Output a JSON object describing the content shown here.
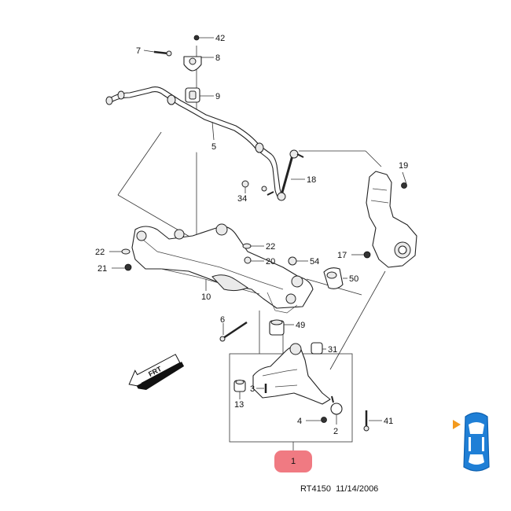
{
  "parts": [
    {
      "id": "p42",
      "label": "42"
    },
    {
      "id": "p7",
      "label": "7"
    },
    {
      "id": "p8",
      "label": "8"
    },
    {
      "id": "p9",
      "label": "9"
    },
    {
      "id": "p5",
      "label": "5"
    },
    {
      "id": "p19",
      "label": "19"
    },
    {
      "id": "p18",
      "label": "18"
    },
    {
      "id": "p34",
      "label": "34"
    },
    {
      "id": "p22a",
      "label": "22"
    },
    {
      "id": "p22b",
      "label": "22"
    },
    {
      "id": "p20",
      "label": "20"
    },
    {
      "id": "p54",
      "label": "54"
    },
    {
      "id": "p17",
      "label": "17"
    },
    {
      "id": "p21",
      "label": "21"
    },
    {
      "id": "p50",
      "label": "50"
    },
    {
      "id": "p10",
      "label": "10"
    },
    {
      "id": "p6",
      "label": "6"
    },
    {
      "id": "p49",
      "label": "49"
    },
    {
      "id": "p31",
      "label": "31"
    },
    {
      "id": "p3",
      "label": "3"
    },
    {
      "id": "p13",
      "label": "13"
    },
    {
      "id": "p41",
      "label": "41"
    },
    {
      "id": "p4",
      "label": "4"
    },
    {
      "id": "p2",
      "label": "2"
    }
  ],
  "direction_label": "FRT",
  "highlighted_part": "1",
  "footer": {
    "code": "RT4150",
    "date": "11/14/2006"
  },
  "colors": {
    "highlight": "#f07a82",
    "car_icon": "#1f7fd6",
    "car_pointer": "#f39a1e"
  }
}
